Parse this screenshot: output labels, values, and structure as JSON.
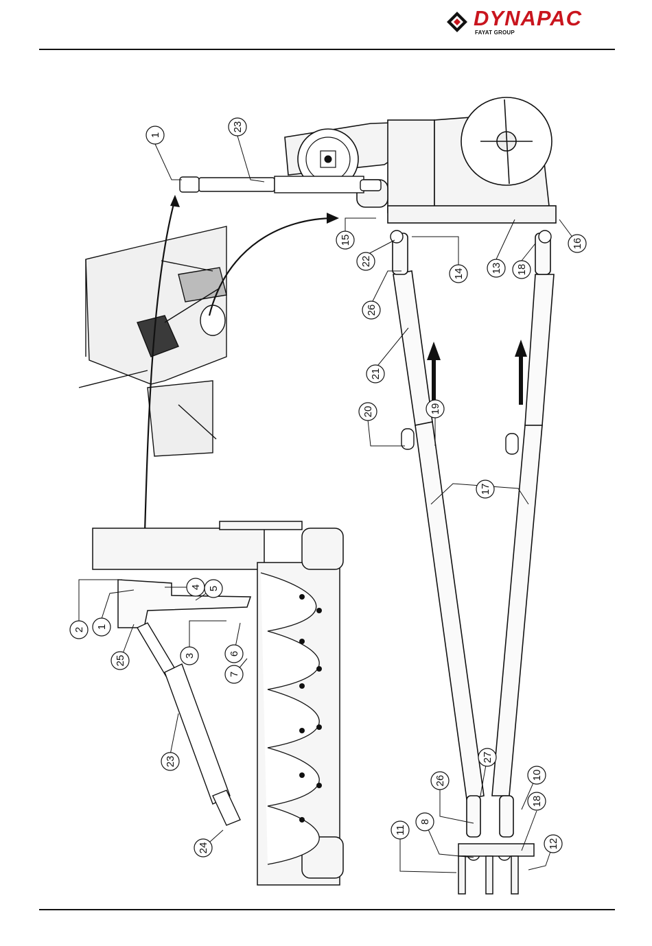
{
  "header": {
    "brand": "DYNAPAC",
    "sub_brand": "FAYAT GROUP",
    "brand_color": "#c9151e"
  },
  "callouts": {
    "c1_top": "1",
    "c23_top": "23",
    "c15": "15",
    "c22_top": "22",
    "c26_top": "26",
    "c14": "14",
    "c13": "13",
    "c18_top": "18",
    "c16": "16",
    "c21": "21",
    "c20": "20",
    "c19": "19",
    "c17": "17",
    "c2": "2",
    "c1_mid": "1",
    "c4": "4",
    "c5": "5",
    "c25": "25",
    "c3": "3",
    "c6": "6",
    "c7": "7",
    "c23_bottom": "23",
    "c24": "24",
    "c27": "27",
    "c10": "10",
    "c26_bottom": "26",
    "c18_bottom": "18",
    "c11": "11",
    "c8": "8",
    "c12": "12"
  },
  "colors": {
    "line": "#111111",
    "fill_light": "#f2f2f2",
    "fill_mid": "#cfcfcf",
    "fill_dark": "#3a3a3a"
  }
}
